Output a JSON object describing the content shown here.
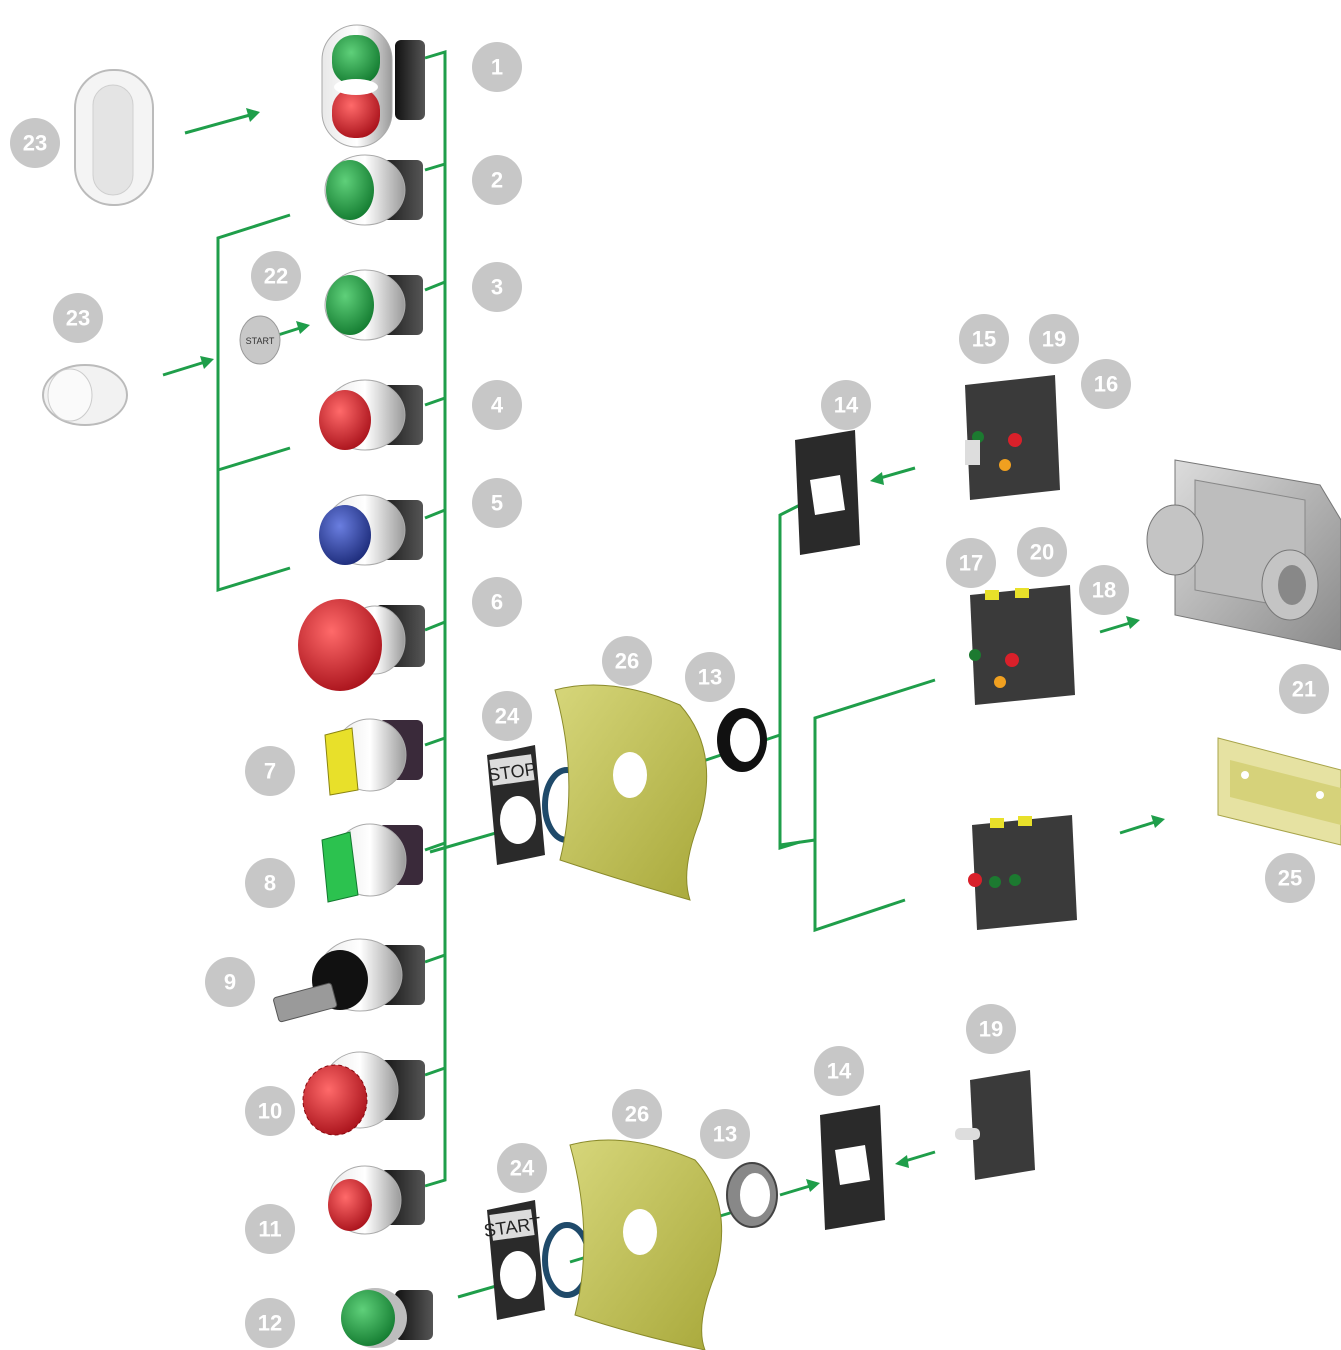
{
  "callouts": [
    "1",
    "2",
    "3",
    "4",
    "5",
    "6",
    "7",
    "8",
    "9",
    "10",
    "11",
    "12",
    "13",
    "13",
    "14",
    "14",
    "15",
    "16",
    "17",
    "18",
    "19",
    "19",
    "20",
    "21",
    "22",
    "23",
    "23",
    "24",
    "24",
    "25",
    "26",
    "26"
  ],
  "legend_plate_top": "STOP",
  "legend_plate_bottom": "START",
  "cap_insert_text": "START",
  "colors": {
    "wire": "#1f9e4a",
    "callout": "#c7c7c7",
    "panel": "#c8c84a",
    "red": "#d9202a",
    "green": "#1c9b40",
    "blue": "#2b3e9a",
    "yellow": "#e8e02a"
  }
}
